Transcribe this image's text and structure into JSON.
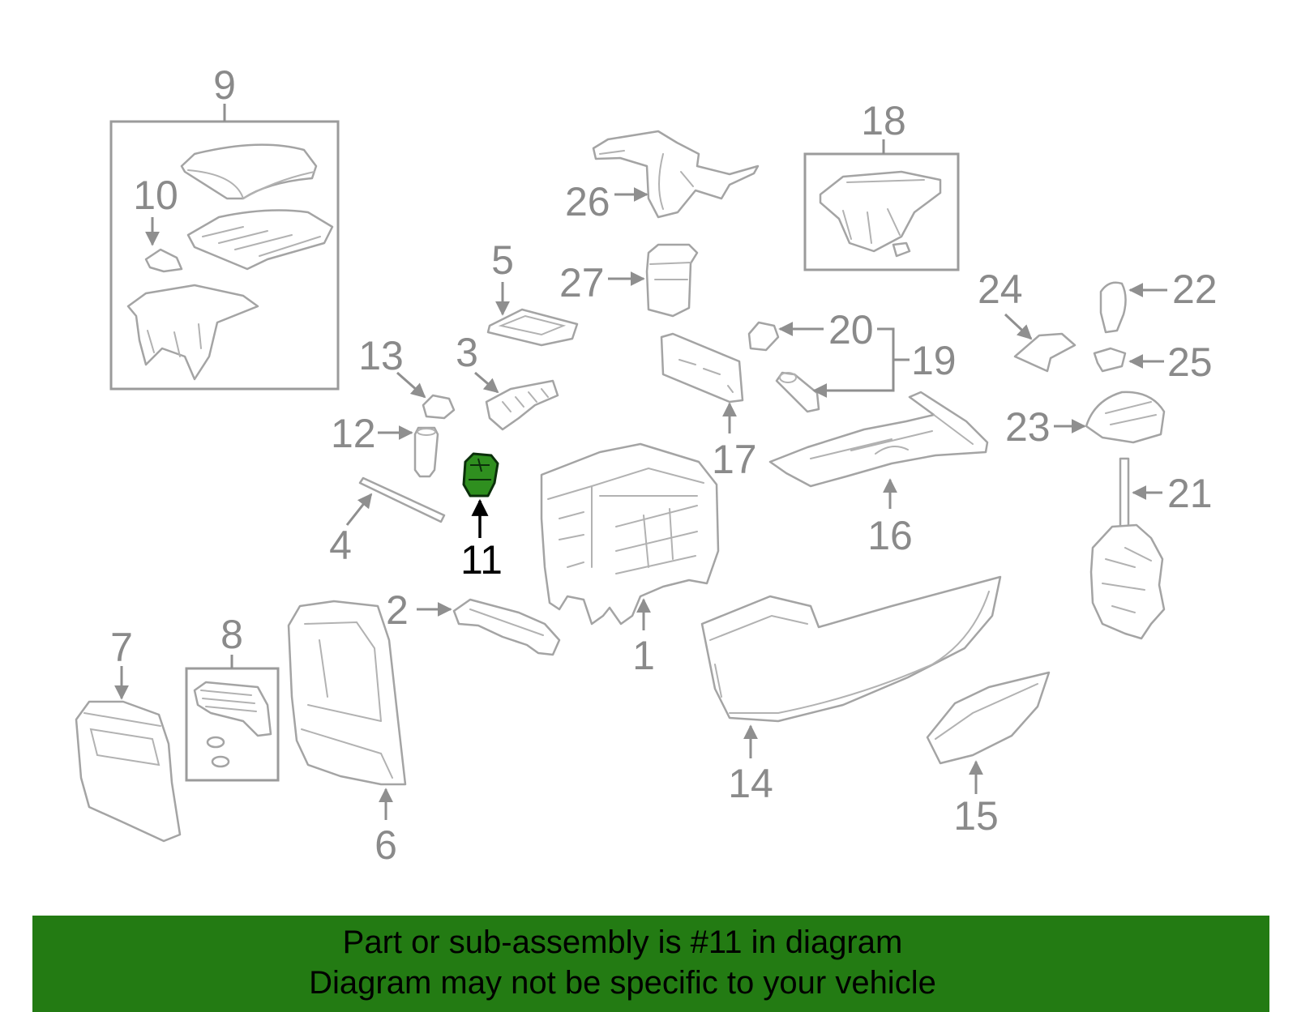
{
  "diagram": {
    "highlighted_part": "11",
    "highlight_color": "#2f8f1f",
    "callouts": {
      "c1": "1",
      "c2": "2",
      "c3": "3",
      "c4": "4",
      "c5": "5",
      "c6": "6",
      "c7": "7",
      "c8": "8",
      "c9": "9",
      "c10": "10",
      "c11": "11",
      "c12": "12",
      "c13": "13",
      "c14": "14",
      "c15": "15",
      "c16": "16",
      "c17": "17",
      "c18": "18",
      "c19": "19",
      "c20": "20",
      "c21": "21",
      "c22": "22",
      "c23": "23",
      "c24": "24",
      "c25": "25",
      "c26": "26",
      "c27": "27"
    }
  },
  "banner": {
    "background_color": "#237b13",
    "line1": "Part or sub-assembly is #11 in diagram",
    "line2": "Diagram may not be specific to your vehicle"
  }
}
